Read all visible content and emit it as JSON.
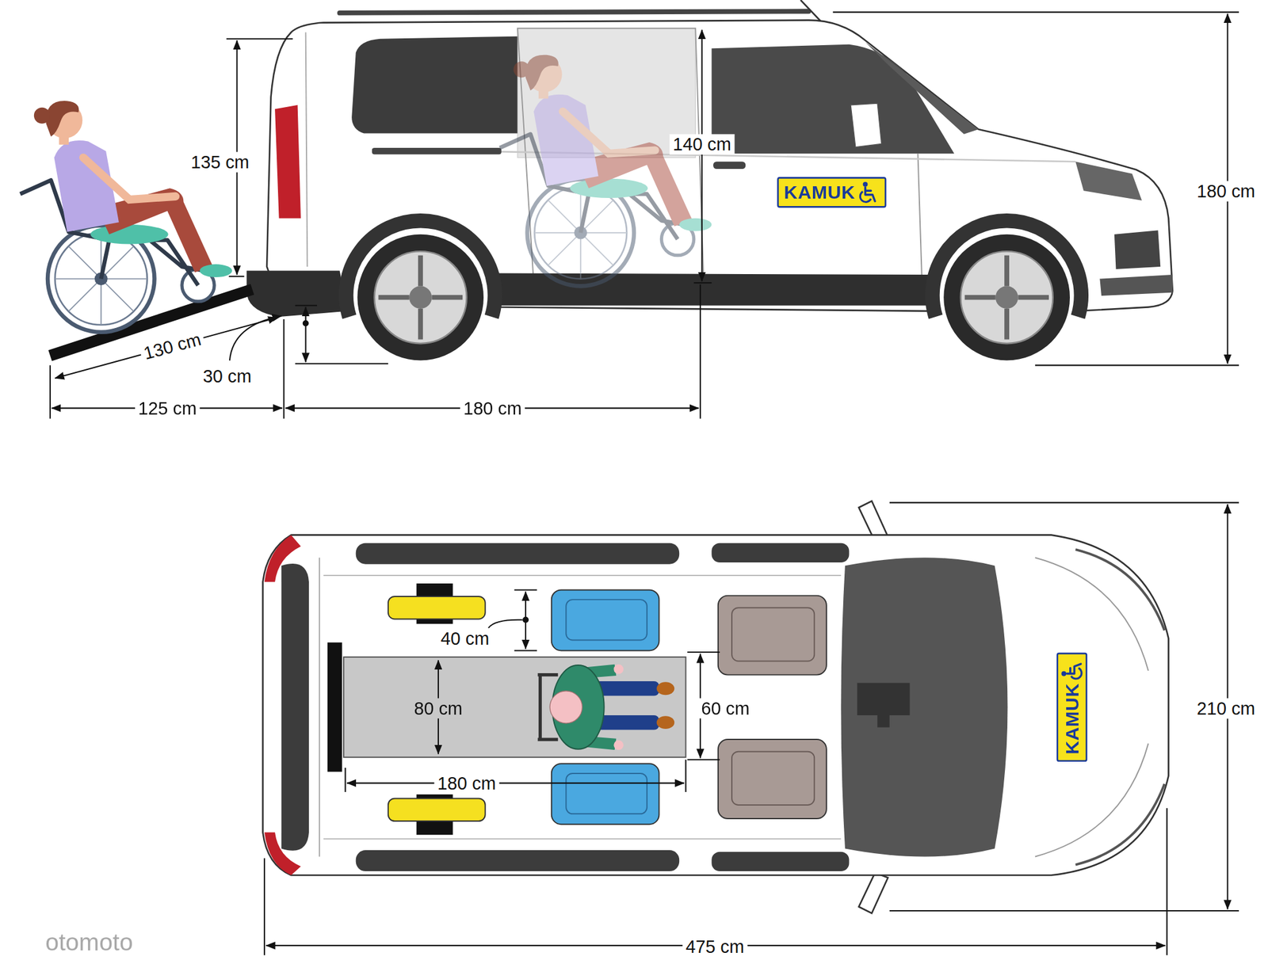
{
  "diagram": {
    "nodes": [
      {
        "text": [
          "KAMUK"
        ]
      },
      {
        "text": [
          "KAMUK"
        ]
      }
    ],
    "labels": [
      "135 cm",
      "140 cm",
      "180 cm",
      "130 cm",
      "30 cm",
      "125 cm",
      "180 cm",
      "40 cm",
      "80 cm",
      "60 cm",
      "180 cm",
      "210 cm",
      "475 cm",
      "otomoto"
    ]
  }
}
